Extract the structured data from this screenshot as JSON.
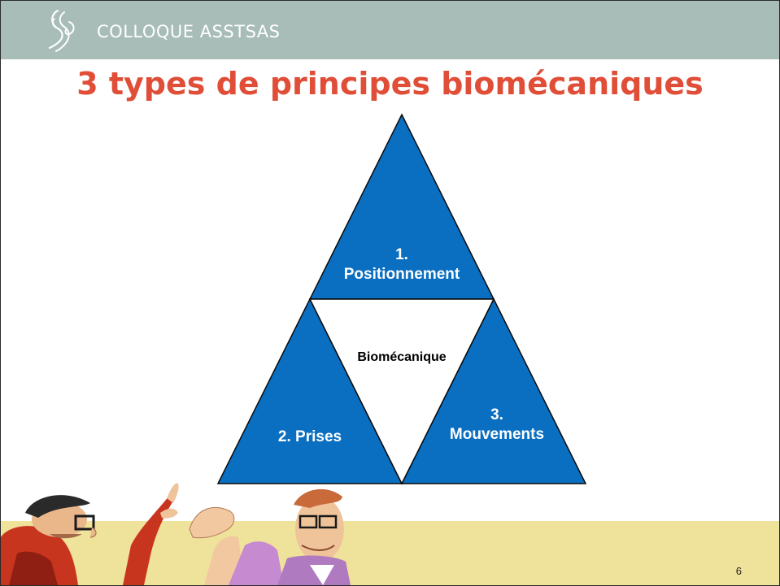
{
  "header": {
    "brand": "COLLOQUE ASSTSAS",
    "logo": "asstsas-swirl-logo"
  },
  "title": "3 types de principes biomécaniques",
  "diagram": {
    "center_label": "Biomécanique",
    "triangles": [
      {
        "label": "1.\nPositionnement",
        "position": "top"
      },
      {
        "label": "2. Prises",
        "position": "bottom-left"
      },
      {
        "label": "3.\nMouvements",
        "position": "bottom-right"
      }
    ],
    "colors": {
      "triangle_fill": "#0b6fc1",
      "triangle_stroke": "#0a0a0a",
      "center_fill": "#ffffff"
    }
  },
  "footer": {
    "illustration": "two-cartoon-characters-gesturing",
    "page_number": "6"
  },
  "colors": {
    "header_bg": "#a8bdb8",
    "title": "#e04e38",
    "footer_band": "#efe29a"
  }
}
